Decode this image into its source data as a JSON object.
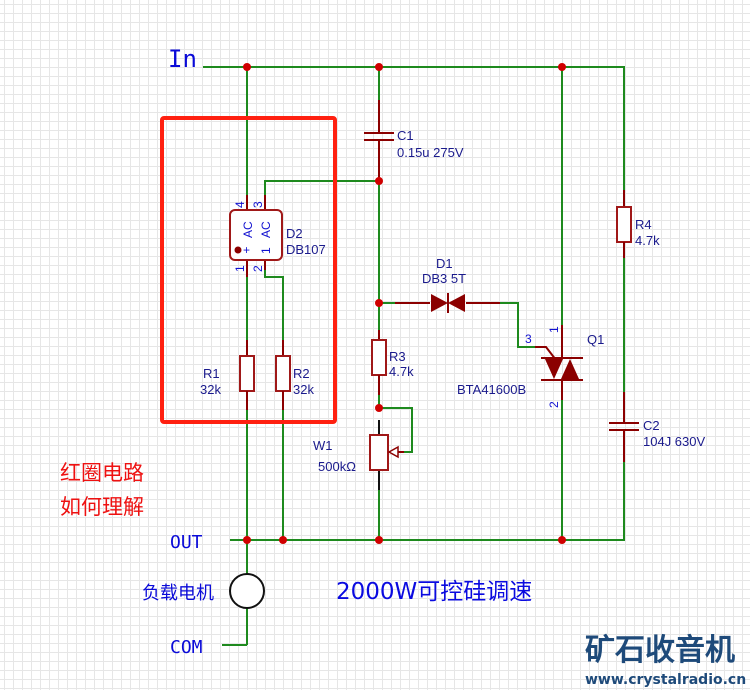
{
  "nets": {
    "in": "In",
    "out": "OUT",
    "com": "COM"
  },
  "components": {
    "c1": {
      "ref": "C1",
      "value": "0.15u 275V"
    },
    "d2": {
      "ref": "D2",
      "value": "DB107",
      "pins": [
        "4",
        "3",
        "1",
        "2"
      ],
      "pin_labels": [
        "AC",
        "AC",
        "+",
        "1"
      ]
    },
    "d1": {
      "ref": "D1",
      "value": "DB3 5T"
    },
    "r1": {
      "ref": "R1",
      "value": "32k"
    },
    "r2": {
      "ref": "R2",
      "value": "32k"
    },
    "r3": {
      "ref": "R3",
      "value": "4.7k"
    },
    "r4": {
      "ref": "R4",
      "value": "4.7k"
    },
    "w1": {
      "ref": "W1",
      "value": "500kΩ"
    },
    "q1": {
      "ref": "Q1",
      "value": "BTA41600B",
      "pins": [
        "1",
        "2",
        "3"
      ]
    },
    "c2": {
      "ref": "C2",
      "value": "104J 630V"
    },
    "load": {
      "label": "负载电机"
    }
  },
  "annotations": {
    "question_line1": "红圈电路",
    "question_line2": "如何理解",
    "title": "2000W可控硅调速"
  },
  "watermark": {
    "brand": "矿石收音机",
    "url": "www.crystalradio.cn"
  },
  "colors": {
    "wire": "#1e8a1e",
    "component": "#8b0000",
    "junction": "#d00000",
    "highlight_box": "#ff2010",
    "label": "#1a1a8c",
    "net_label": "#0a0ad8"
  }
}
